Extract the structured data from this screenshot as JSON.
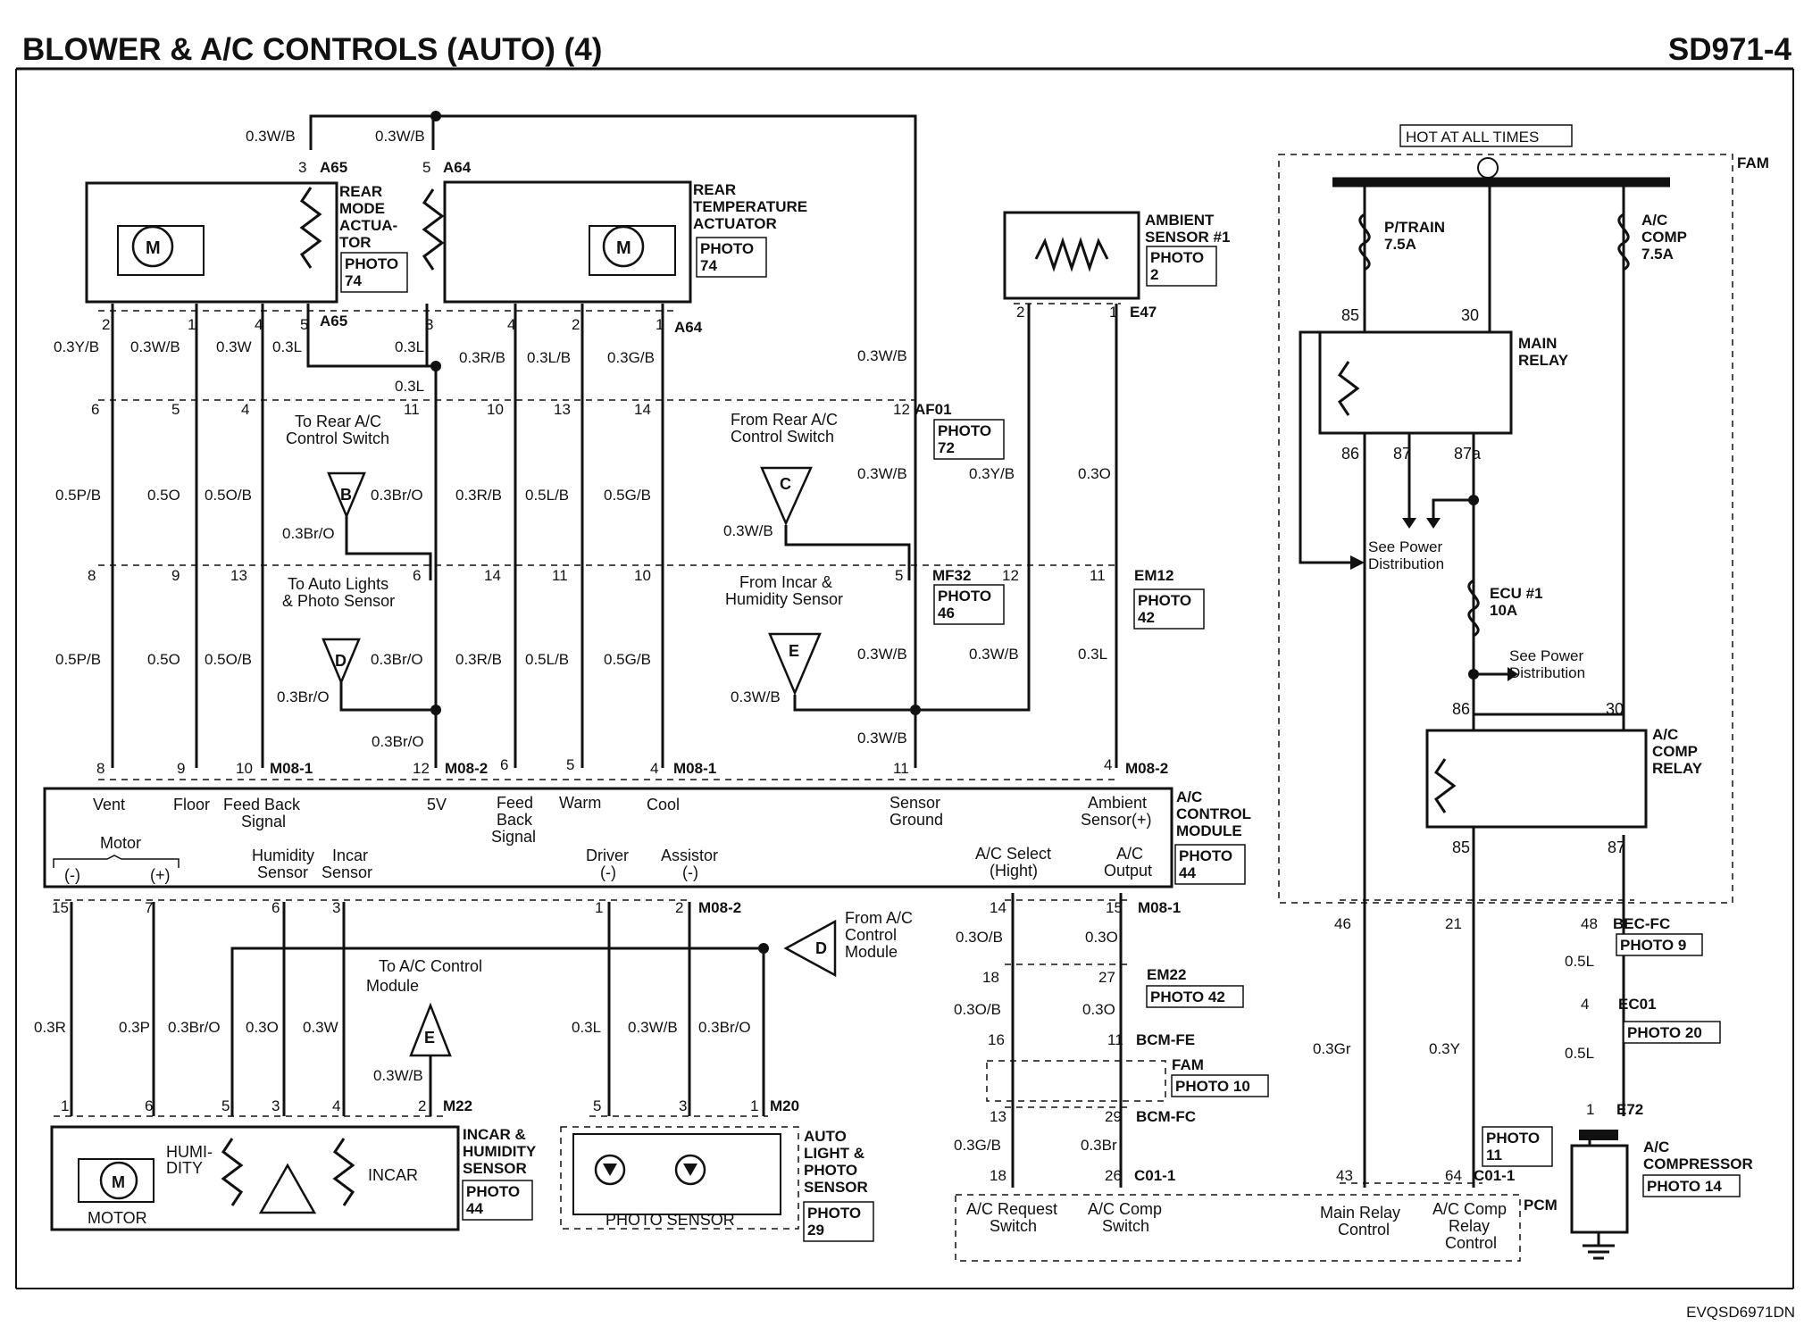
{
  "header": {
    "title": "BLOWER & A/C CONTROLS (AUTO) (4)",
    "code": "SD971-4"
  },
  "footer": "EVQSD6971DN",
  "components": {
    "rear_mode": [
      "REAR",
      "MODE",
      "ACTUA-",
      "TOR"
    ],
    "rear_temp": [
      "REAR",
      "TEMPERATURE",
      "ACTUATOR"
    ],
    "ambient": [
      "AMBIENT",
      "SENSOR #1"
    ],
    "hot": "HOT AT ALL TIMES",
    "fam": "FAM",
    "ptrain": [
      "P/TRAIN",
      "7.5A"
    ],
    "accomp_fuse": [
      "A/C",
      "COMP",
      "7.5A"
    ],
    "main_relay": [
      "MAIN",
      "RELAY"
    ],
    "see_power": [
      "See Power",
      "Distribution"
    ],
    "ecu_fuse": [
      "ECU #1",
      "10A"
    ],
    "see_power2": [
      "See Power",
      "Distribution"
    ],
    "accomp_relay": [
      "A/C",
      "COMP",
      "RELAY"
    ],
    "ac_module": [
      "A/C",
      "CONTROL",
      "MODULE"
    ],
    "incar": [
      "INCAR &",
      "HUMIDITY",
      "SENSOR"
    ],
    "autolight": [
      "AUTO",
      "LIGHT &",
      "PHOTO",
      "SENSOR"
    ],
    "photo_sensor": "PHOTO SENSOR",
    "compressor": [
      "A/C",
      "COMPRESSOR"
    ],
    "motor": "MOTOR",
    "humidity": [
      "HUMI-",
      "DITY"
    ],
    "incar_lbl": "INCAR",
    "pcm": "PCM",
    "m": "M"
  },
  "photos": {
    "p74a": [
      "PHOTO",
      "74"
    ],
    "p74b": [
      "PHOTO",
      "74"
    ],
    "p2": [
      "PHOTO",
      "2"
    ],
    "p72": [
      "PHOTO",
      "72"
    ],
    "p46": [
      "PHOTO",
      "46"
    ],
    "p42a": [
      "PHOTO",
      "42"
    ],
    "p44a": [
      "PHOTO",
      "44"
    ],
    "p44b": [
      "PHOTO",
      "44"
    ],
    "p29": [
      "PHOTO",
      "29"
    ],
    "p11": [
      "PHOTO",
      "11"
    ],
    "p9": "PHOTO 9",
    "p20": "PHOTO 20",
    "p42b": "PHOTO 42",
    "p10": "PHOTO 10",
    "p14": "PHOTO 14"
  },
  "connectors": {
    "A65": "A65",
    "A64": "A64",
    "E47": "E47",
    "AF01": "AF01",
    "MF32": "MF32",
    "EM12": "EM12",
    "M08-1": "M08-1",
    "M08-2": "M08-2",
    "M22": "M22",
    "M20": "M20",
    "EM22": "EM22",
    "BCM-FE": "BCM-FE",
    "BCM-FC": "BCM-FC",
    "C01-1": "C01-1",
    "BEC-FC": "BEC-FC",
    "EC01": "EC01",
    "E72": "E72"
  },
  "module_pins": {
    "vent": "Vent",
    "floor": "Floor",
    "feedback": [
      "Feed Back",
      "Signal"
    ],
    "v5": "5V",
    "feedback2": [
      "Feed",
      "Back",
      "Signal"
    ],
    "warm": "Warm",
    "cool": "Cool",
    "sensor_ground": [
      "Sensor",
      "Ground"
    ],
    "ambient_pin": [
      "Ambient",
      "Sensor(+)"
    ],
    "motor": "Motor",
    "minus": "(-)",
    "plus": "(+)",
    "humidity": [
      "Humidity",
      "Sensor"
    ],
    "incar": [
      "Incar",
      "Sensor"
    ],
    "driver": [
      "Driver",
      "(-)"
    ],
    "assistor": [
      "Assistor",
      "(-)"
    ],
    "ac_select": [
      "A/C Select",
      "(Hight)"
    ],
    "ac_output": [
      "A/C",
      "Output"
    ]
  },
  "notes": {
    "to_rear": [
      "To Rear A/C",
      "Control Switch"
    ],
    "to_auto": [
      "To Auto Lights",
      "& Photo Sensor"
    ],
    "from_rear": [
      "From Rear A/C",
      "Control Switch"
    ],
    "from_incar": [
      "From Incar &",
      "Humidity Sensor"
    ],
    "from_ac": [
      "From A/C",
      "Control",
      "Module"
    ],
    "to_ac": [
      "To A/C Control",
      "Module"
    ]
  },
  "pcm_pins": {
    "ac_request": [
      "A/C Request",
      "Switch"
    ],
    "ac_comp_sw": [
      "A/C Comp",
      "Switch"
    ],
    "main_relay_ctrl": [
      "Main Relay",
      "Control"
    ],
    "ac_comp_relay_ctrl": [
      "A/C Comp",
      "Relay",
      "Control"
    ]
  },
  "labels": [
    [
      "0.3W/B",
      275,
      158
    ],
    [
      "0.3W/B",
      420,
      158
    ],
    [
      "3",
      334,
      193
    ],
    [
      "A65",
      358,
      193
    ],
    [
      "5",
      473,
      193
    ],
    [
      "A64",
      496,
      193
    ],
    [
      "2",
      114,
      369
    ],
    [
      "1",
      210,
      369
    ],
    [
      "4",
      285,
      369
    ],
    [
      "5",
      336,
      369
    ],
    [
      "A65",
      358,
      365
    ],
    [
      "3",
      476,
      369
    ],
    [
      "4",
      568,
      369
    ],
    [
      "2",
      640,
      369
    ],
    [
      "1",
      734,
      369
    ],
    [
      "A64",
      755,
      372
    ],
    [
      "2",
      1138,
      355
    ],
    [
      "1",
      1242,
      355
    ],
    [
      "E47",
      1265,
      355
    ],
    [
      "0.3Y/B",
      60,
      394
    ],
    [
      "0.3W/B",
      146,
      394
    ],
    [
      "0.3W",
      242,
      394
    ],
    [
      "0.3L",
      305,
      394
    ],
    [
      "0.3L",
      442,
      394
    ],
    [
      "0.3R/B",
      514,
      406
    ],
    [
      "0.3L/B",
      590,
      406
    ],
    [
      "0.3G/B",
      680,
      406
    ],
    [
      "0.3W/B",
      960,
      404
    ],
    [
      "0.3L",
      442,
      438
    ],
    [
      "6",
      102,
      464
    ],
    [
      "5",
      192,
      464
    ],
    [
      "4",
      270,
      464
    ],
    [
      "11",
      452,
      464
    ],
    [
      "10",
      545,
      464
    ],
    [
      "13",
      620,
      464
    ],
    [
      "14",
      710,
      464
    ],
    [
      "12",
      1000,
      464
    ],
    [
      "AF01",
      1024,
      464
    ],
    [
      "0.5P/B",
      62,
      560
    ],
    [
      "0.5O",
      165,
      560
    ],
    [
      "0.5O/B",
      229,
      560
    ],
    [
      "0.3Br/O",
      415,
      560
    ],
    [
      "0.3R/B",
      510,
      560
    ],
    [
      "0.5L/B",
      588,
      560
    ],
    [
      "0.5G/B",
      676,
      560
    ],
    [
      "0.3W/B",
      960,
      536
    ],
    [
      "0.3Y/B",
      1085,
      536
    ],
    [
      "0.3O",
      1207,
      536
    ],
    [
      "0.3Br/O",
      316,
      603
    ],
    [
      "0.3W/B",
      810,
      600
    ],
    [
      "8",
      98,
      650
    ],
    [
      "9",
      192,
      650
    ],
    [
      "13",
      258,
      650
    ],
    [
      "6",
      462,
      650
    ],
    [
      "14",
      542,
      650
    ],
    [
      "11",
      618,
      650
    ],
    [
      "10",
      710,
      650
    ],
    [
      "5",
      1002,
      650
    ],
    [
      "MF32",
      1044,
      650
    ],
    [
      "12",
      1122,
      650
    ],
    [
      "11",
      1220,
      650
    ],
    [
      "EM12",
      1270,
      650
    ],
    [
      "0.5P/B",
      62,
      744
    ],
    [
      "0.5O",
      165,
      744
    ],
    [
      "0.5O/B",
      229,
      744
    ],
    [
      "0.3Br/O",
      415,
      744
    ],
    [
      "0.3R/B",
      510,
      744
    ],
    [
      "0.5L/B",
      588,
      744
    ],
    [
      "0.5G/B",
      676,
      744
    ],
    [
      "0.3W/B",
      960,
      738
    ],
    [
      "0.3W/B",
      1085,
      738
    ],
    [
      "0.3L",
      1207,
      738
    ],
    [
      "0.3Br/O",
      310,
      786
    ],
    [
      "0.3W/B",
      818,
      786
    ],
    [
      "0.3Br/O",
      416,
      836
    ],
    [
      "0.3W/B",
      960,
      832
    ],
    [
      "8",
      108,
      866
    ],
    [
      "9",
      198,
      866
    ],
    [
      "10",
      264,
      866
    ],
    [
      "M08-1",
      302,
      866
    ],
    [
      "12",
      462,
      866
    ],
    [
      "M08-2",
      498,
      866
    ],
    [
      "6",
      560,
      862
    ],
    [
      "5",
      634,
      862
    ],
    [
      "4",
      728,
      866
    ],
    [
      "M08-1",
      754,
      866
    ],
    [
      "11",
      1000,
      866
    ],
    [
      "4",
      1236,
      862
    ],
    [
      "M08-2",
      1260,
      866
    ],
    [
      "15",
      58,
      1022
    ],
    [
      "7",
      162,
      1022
    ],
    [
      "6",
      304,
      1022
    ],
    [
      "3",
      372,
      1022
    ],
    [
      "1",
      666,
      1022
    ],
    [
      "2",
      756,
      1022
    ],
    [
      "M08-2",
      782,
      1022
    ],
    [
      "14",
      1108,
      1022
    ],
    [
      "15",
      1238,
      1022
    ],
    [
      "M08-1",
      1274,
      1022
    ],
    [
      "46",
      1494,
      1040
    ],
    [
      "21",
      1618,
      1040
    ],
    [
      "48",
      1770,
      1040
    ],
    [
      "BEC-FC",
      1806,
      1040
    ],
    [
      "0.3O/B",
      1070,
      1055
    ],
    [
      "0.3O",
      1215,
      1055
    ],
    [
      "0.5L",
      1752,
      1082
    ],
    [
      "18",
      1100,
      1100
    ],
    [
      "27",
      1230,
      1100
    ],
    [
      "EM22",
      1284,
      1097
    ],
    [
      "4",
      1770,
      1130
    ],
    [
      "EC01",
      1812,
      1130
    ],
    [
      "0.3R",
      38,
      1156
    ],
    [
      "0.3P",
      133,
      1156
    ],
    [
      "0.3Br/O",
      188,
      1156
    ],
    [
      "0.3O",
      275,
      1156
    ],
    [
      "0.3W",
      339,
      1156
    ],
    [
      "0.3L",
      640,
      1156
    ],
    [
      "0.3W/B",
      703,
      1156
    ],
    [
      "0.3Br/O",
      782,
      1156
    ],
    [
      "0.3O/B",
      1068,
      1136
    ],
    [
      "0.3O",
      1212,
      1136
    ],
    [
      "0.3W/B",
      418,
      1210
    ],
    [
      "16",
      1106,
      1170
    ],
    [
      "11",
      1240,
      1170
    ],
    [
      "BCM-FE",
      1272,
      1170
    ],
    [
      "0.3Gr",
      1470,
      1180
    ],
    [
      "0.3Y",
      1600,
      1180
    ],
    [
      "0.5L",
      1752,
      1185
    ],
    [
      "1",
      68,
      1244
    ],
    [
      "6",
      162,
      1244
    ],
    [
      "5",
      248,
      1244
    ],
    [
      "3",
      304,
      1244
    ],
    [
      "4",
      372,
      1244
    ],
    [
      "2",
      468,
      1244
    ],
    [
      "M22",
      496,
      1244
    ],
    [
      "5",
      664,
      1244
    ],
    [
      "3",
      760,
      1244
    ],
    [
      "1",
      840,
      1244
    ],
    [
      "M20",
      862,
      1244
    ],
    [
      "1",
      1776,
      1248
    ],
    [
      "E72",
      1810,
      1248
    ],
    [
      "13",
      1108,
      1256
    ],
    [
      "29",
      1237,
      1256
    ],
    [
      "BCM-FC",
      1272,
      1256
    ],
    [
      "0.3G/B",
      1068,
      1288
    ],
    [
      "0.3Br",
      1210,
      1288
    ],
    [
      "18",
      1108,
      1322
    ],
    [
      "26",
      1237,
      1322
    ],
    [
      "C01-1",
      1270,
      1322
    ],
    [
      "43",
      1496,
      1322
    ],
    [
      "64",
      1618,
      1322
    ],
    [
      "C01-1",
      1650,
      1322
    ]
  ]
}
